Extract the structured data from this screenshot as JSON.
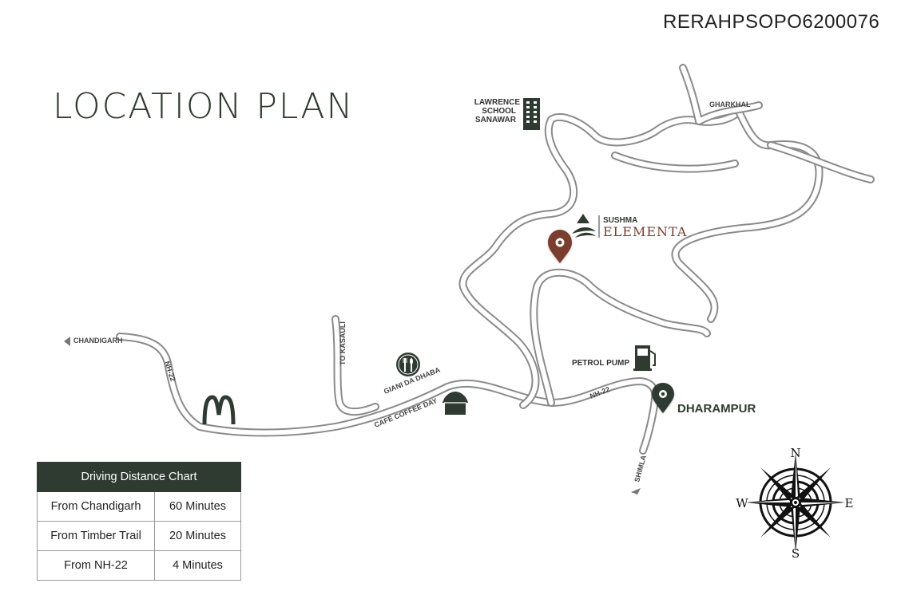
{
  "rera_number": "RERAHPSOPO6200076",
  "title": "LOCATION PLAN",
  "project": {
    "brand_line1": "SUSHMA",
    "brand_line2": "ELEMENTA"
  },
  "landmarks": {
    "school": [
      "LAWRENCE",
      "SCHOOL",
      "SANAWAR"
    ],
    "gharkhal": "GHARKHAL",
    "chandigarh": "CHANDIGARH",
    "to_kasauli": "TO KASAULI",
    "nh22_left": "NH-22",
    "nh22_right": "NH-22",
    "giani_da_dhaba": "GIANI DA DHABA",
    "cafe_coffee_day": "CAFÉ COFFEE DAY",
    "petrol_pump": "PETROL PUMP",
    "dharampur": "DHARAMPUR",
    "shimla": "SHIMLA"
  },
  "compass": {
    "n": "N",
    "e": "E",
    "s": "S",
    "w": "W"
  },
  "colors": {
    "dark_green": "#2f3b30",
    "project_pin": "#7a3d2f",
    "road": "#8a8a8a"
  },
  "distance_chart": {
    "header": "Driving Distance Chart",
    "rows": [
      {
        "from": "From Chandigarh",
        "time": "60 Minutes"
      },
      {
        "from": "From Timber Trail",
        "time": "20 Minutes"
      },
      {
        "from": "From NH-22",
        "time": "4 Minutes"
      }
    ]
  }
}
